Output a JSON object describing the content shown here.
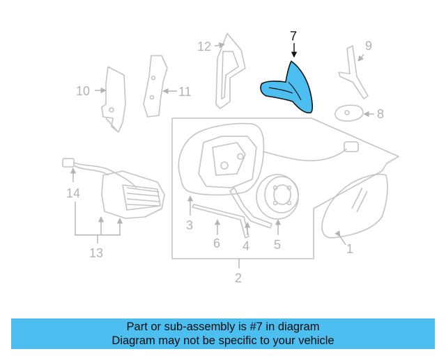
{
  "diagram": {
    "highlight_color": "#4cbff0",
    "highlighted_part": "7",
    "callouts": [
      "1",
      "2",
      "3",
      "4",
      "5",
      "6",
      "7",
      "8",
      "9",
      "10",
      "11",
      "12",
      "13",
      "14"
    ]
  },
  "banner": {
    "line1": "Part or sub-assembly is #7 in diagram",
    "line2": "Diagram may not be specific to your vehicle",
    "background": "#4cbff0"
  }
}
